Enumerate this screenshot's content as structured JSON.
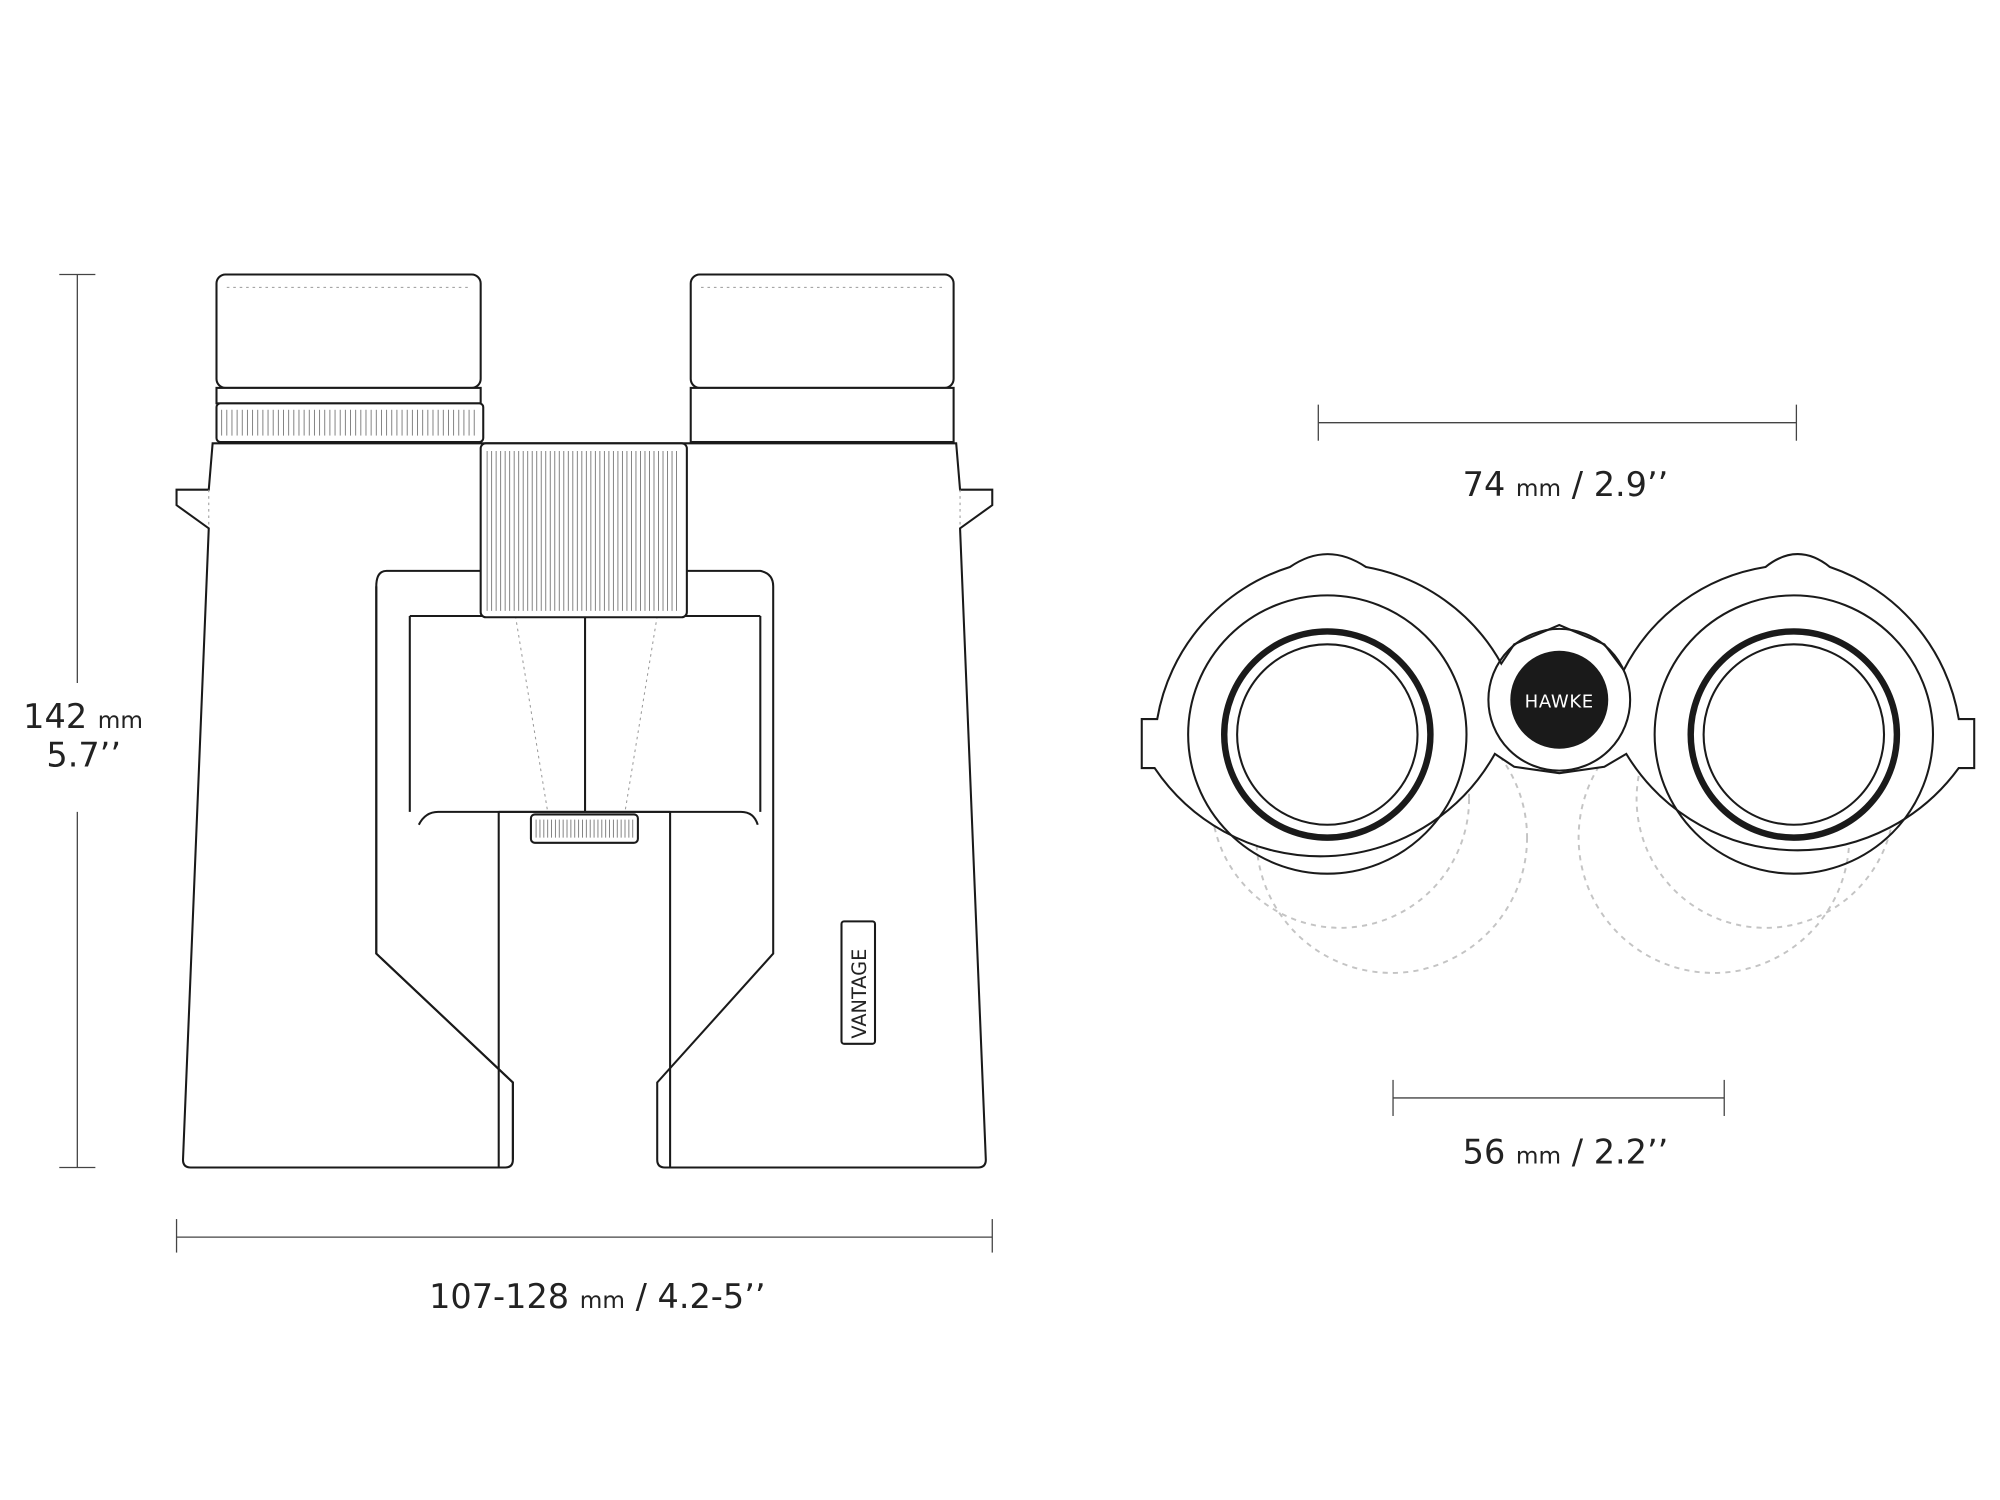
{
  "dimensions": {
    "height_mm": "142",
    "height_unit": "mm",
    "height_in": "5.7’’",
    "width_mm": "107-128",
    "width_unit": "mm",
    "width_in": "/ 4.2-5’’",
    "objective_spacing_mm": "74",
    "objective_spacing_unit": "mm",
    "objective_spacing_in": "/ 2.9’’",
    "eyepiece_spacing_mm": "56",
    "eyepiece_spacing_unit": "mm",
    "eyepiece_spacing_in": "/ 2.2’’"
  },
  "labels": {
    "model": "VANTAGE",
    "brand": "HAWKE"
  }
}
